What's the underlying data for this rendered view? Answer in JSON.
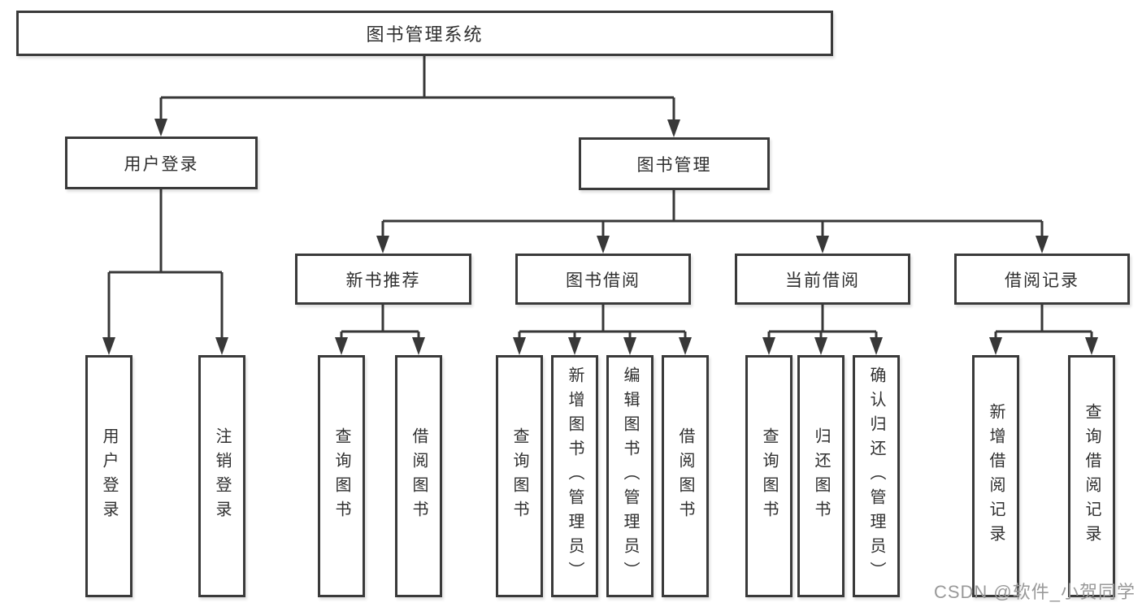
{
  "tree": {
    "label": "图书管理系统",
    "children": [
      {
        "label": "用户登录",
        "children": [
          {
            "label": "用户登录"
          },
          {
            "label": "注销登录"
          }
        ]
      },
      {
        "label": "图书管理",
        "children": [
          {
            "label": "新书推荐",
            "children": [
              {
                "label": "查询图书"
              },
              {
                "label": "借阅图书"
              }
            ]
          },
          {
            "label": "图书借阅",
            "children": [
              {
                "label": "查询图书"
              },
              {
                "label": "新增图书（管理员）"
              },
              {
                "label": "编辑图书（管理员）"
              },
              {
                "label": "借阅图书"
              }
            ]
          },
          {
            "label": "当前借阅",
            "children": [
              {
                "label": "查询图书"
              },
              {
                "label": "归还图书"
              },
              {
                "label": "确认归还（管理员）"
              }
            ]
          },
          {
            "label": "借阅记录",
            "children": [
              {
                "label": "新增借阅记录"
              },
              {
                "label": "查询借阅记录"
              }
            ]
          }
        ]
      }
    ]
  },
  "watermark": "CSDN @软件_小贺同学",
  "colors": {
    "line": "#383838",
    "border": "#3a3a3a",
    "text": "#2f2f2f",
    "watermark": "#999999",
    "background": "#ffffff"
  }
}
